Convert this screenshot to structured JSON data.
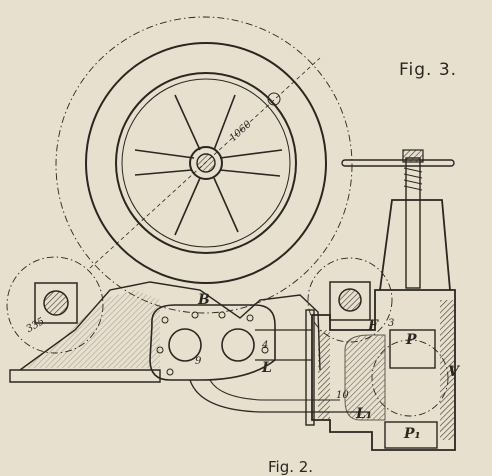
{
  "figure": {
    "title": "Fig. 3.",
    "bottom_caption": "Fig. 2."
  },
  "dimensions": {
    "flywheel_diameter": "1060",
    "bearing_radius": "335"
  },
  "labels": {
    "frame": "B",
    "part_f": "F",
    "part_p": "P",
    "part_p1": "P₁",
    "part_v": "V",
    "part_l": "L",
    "part_l1": "L₁",
    "num_3": "3",
    "num_4": "4",
    "num_9": "9",
    "num_10": "10"
  },
  "colors": {
    "paper": "#e7e0cf",
    "ink": "#2a2620",
    "hatch": "#3a342b"
  }
}
